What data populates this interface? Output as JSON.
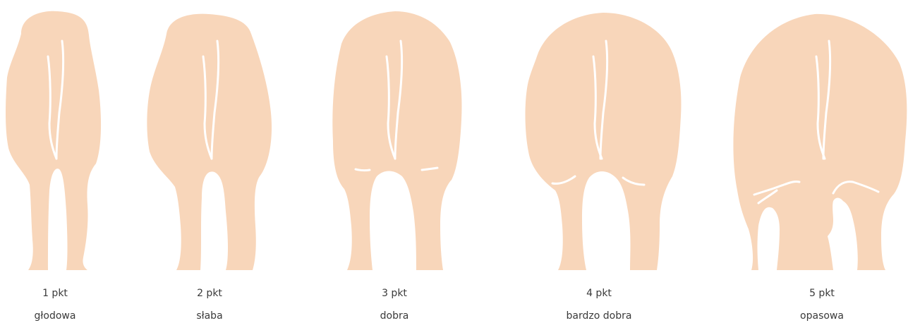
{
  "colors": {
    "body": "#F8D6BA",
    "spine_lines": "#FFFFFF",
    "text": "#3a3a3a",
    "background": "#FFFFFF"
  },
  "cows": [
    {
      "score": "1 pkt",
      "name": "głodowa"
    },
    {
      "score": "2 pkt",
      "name": "słaba"
    },
    {
      "score": "3 pkt",
      "name": "dobra"
    },
    {
      "score": "4 pkt",
      "name": "bardzo dobra"
    },
    {
      "score": "5 pkt",
      "name": "opasowa"
    }
  ]
}
